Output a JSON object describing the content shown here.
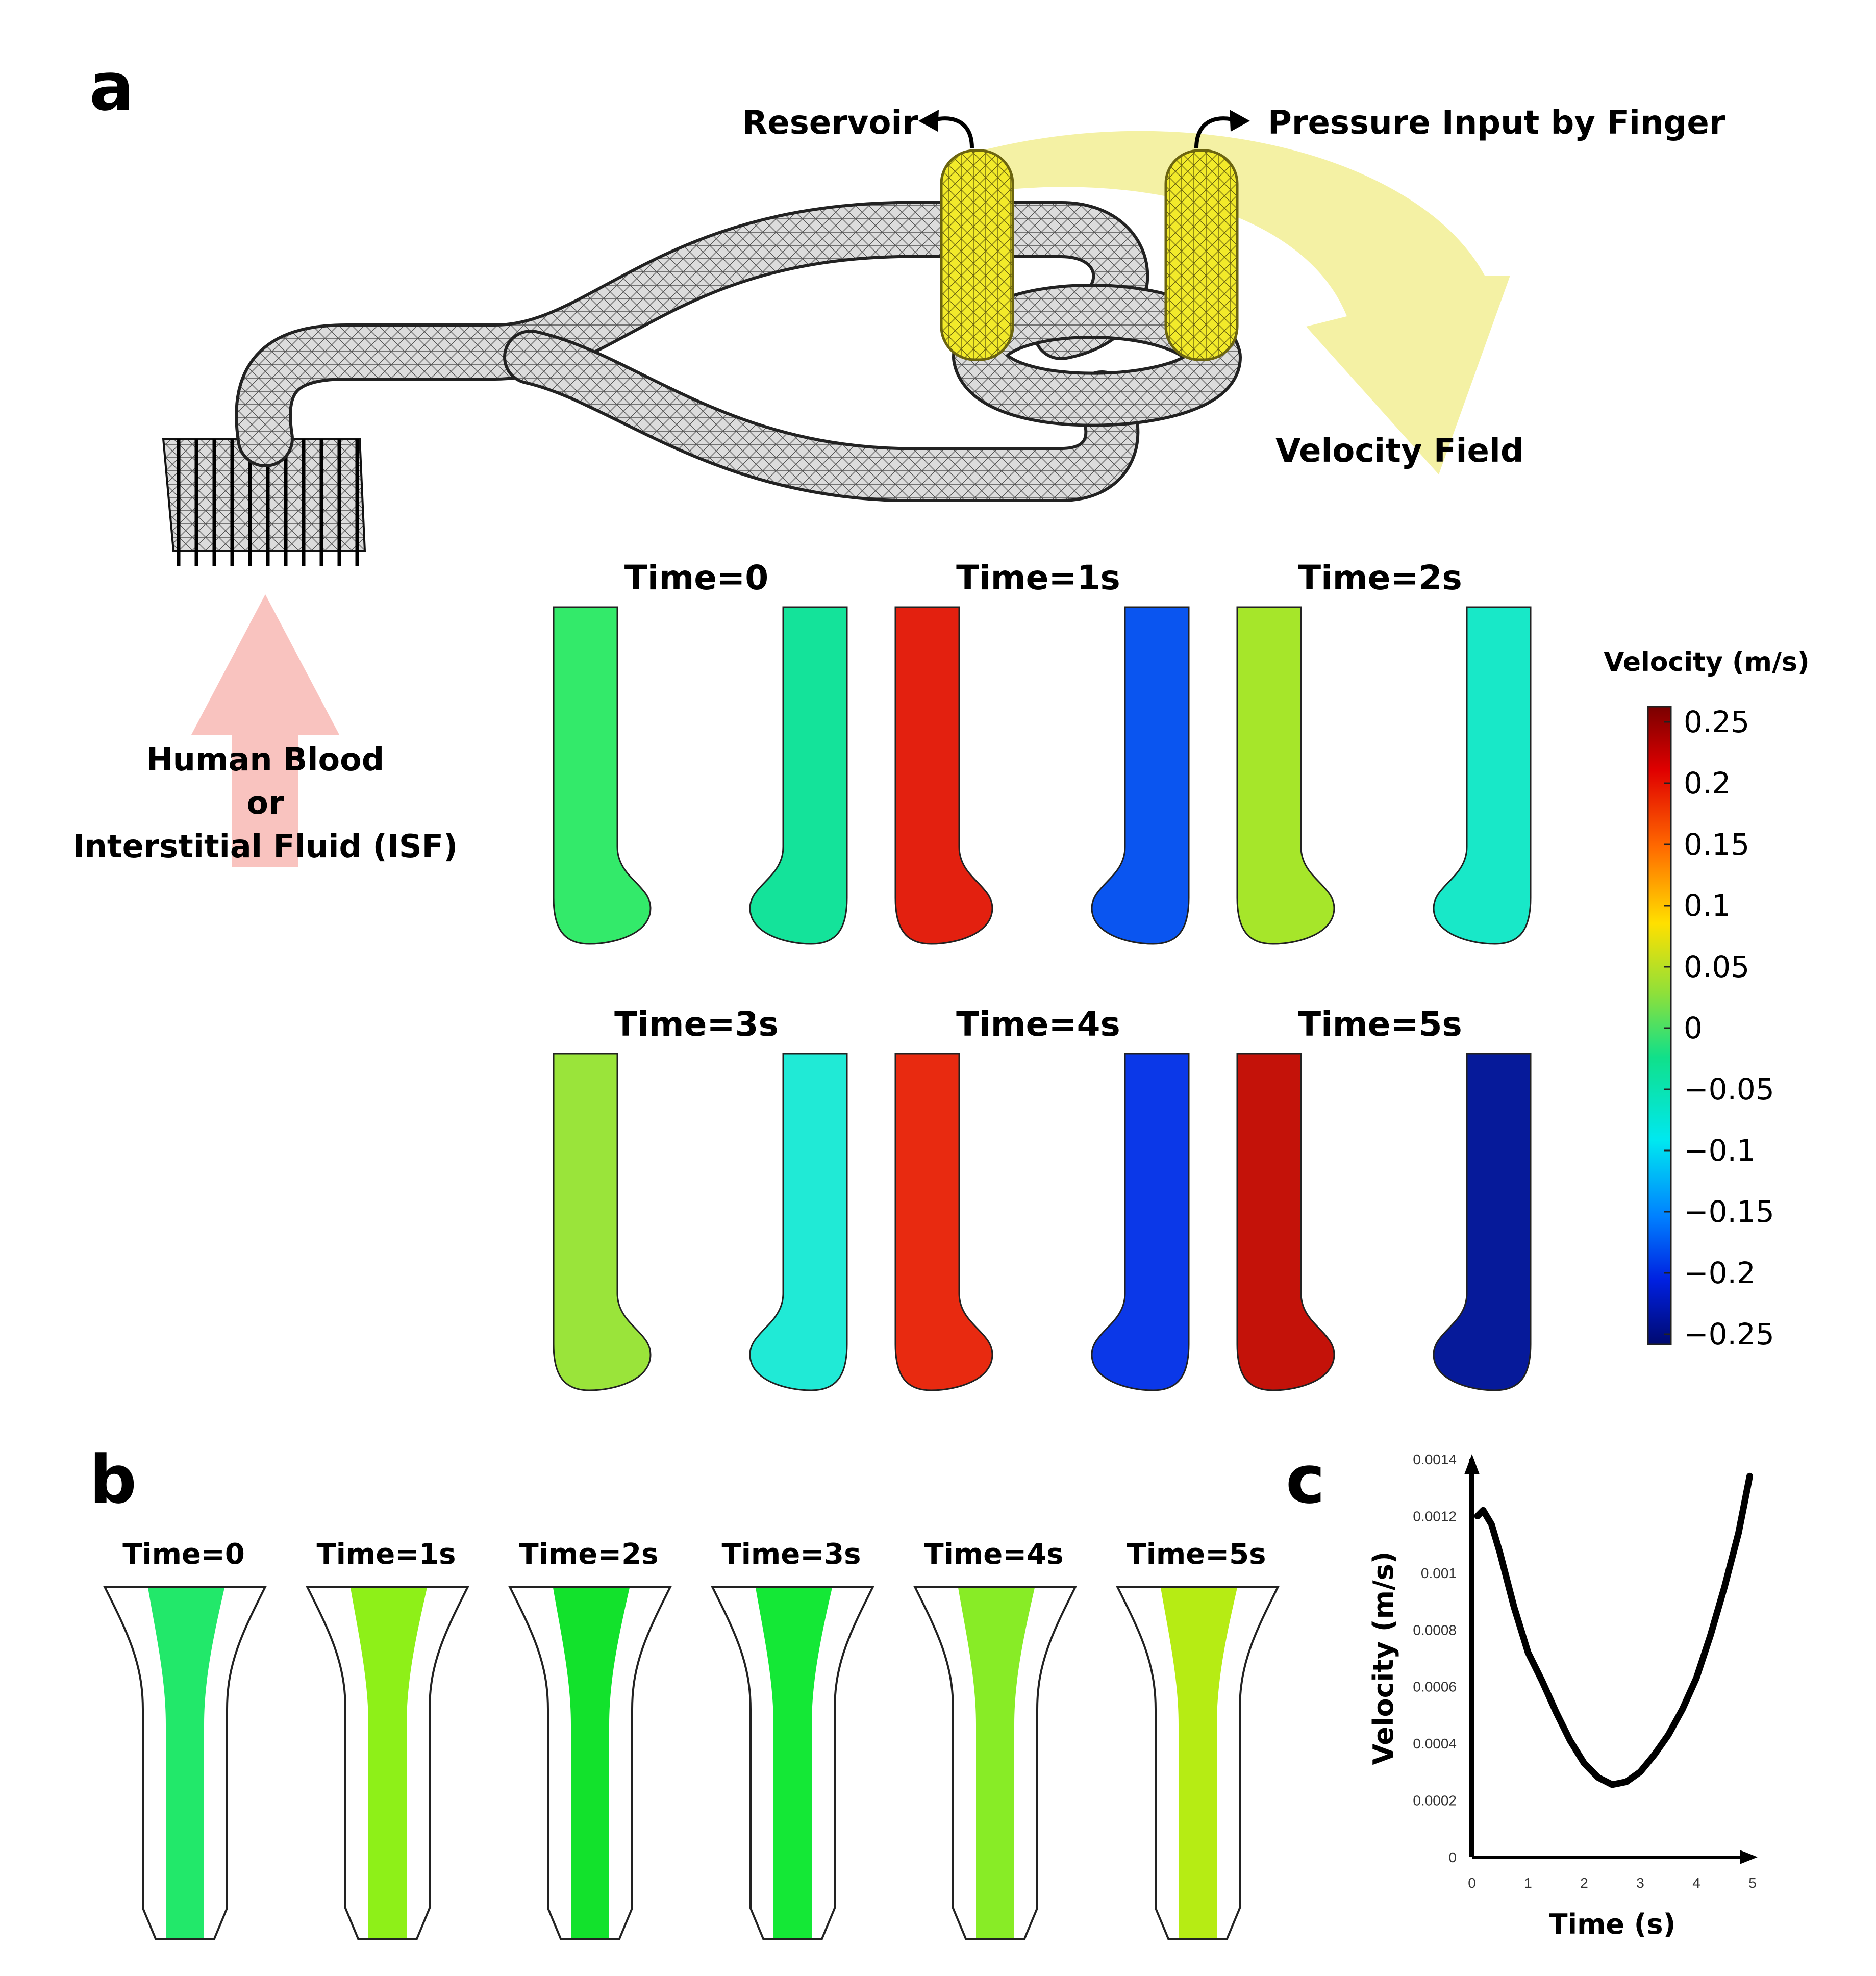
{
  "panel_labels": {
    "a": "a",
    "b": "b",
    "c": "c"
  },
  "device": {
    "reservoir_label": "Reservoir",
    "pressure_label": "Pressure Input by Finger",
    "velocity_field_label": "Velocity Field",
    "fluid_label_lines": [
      "Human Blood",
      "or",
      "Interstitial Fluid (ISF)"
    ],
    "mesh_color": "#d8d8d8",
    "reservoir_color": "#f2ea2a",
    "arrow_yellow": "#f3ef9a",
    "arrow_pink": "#f8b9b4"
  },
  "velocity_field": {
    "frames": [
      {
        "label": "Time=0",
        "left_color": "#33ea6a",
        "right_color": "#14e39a"
      },
      {
        "label": "Time=1s",
        "left_color": "#e3200f",
        "right_color": "#0a55f0"
      },
      {
        "label": "Time=2s",
        "left_color": "#a6e62a",
        "right_color": "#18e8c8"
      },
      {
        "label": "Time=3s",
        "left_color": "#9ae43a",
        "right_color": "#20ead6"
      },
      {
        "label": "Time=4s",
        "left_color": "#e82a10",
        "right_color": "#0b38e8"
      },
      {
        "label": "Time=5s",
        "left_color": "#c41209",
        "right_color": "#061a9a"
      }
    ]
  },
  "colorbar": {
    "title": "Velocity (m/s)",
    "ticks": [
      "0.25",
      "0.2",
      "0.15",
      "0.1",
      "0.05",
      "0",
      "−0.05",
      "−0.1",
      "−0.15",
      "−0.2",
      "−0.25"
    ]
  },
  "needle_frames": [
    {
      "label": "Time=0",
      "color": "#22e86a"
    },
    {
      "label": "Time=1s",
      "color": "#8ef018"
    },
    {
      "label": "Time=2s",
      "color": "#12e22c"
    },
    {
      "label": "Time=3s",
      "color": "#14e836"
    },
    {
      "label": "Time=4s",
      "color": "#88ec26"
    },
    {
      "label": "Time=5s",
      "color": "#b6ec14"
    }
  ],
  "chart_data": {
    "type": "line",
    "xlabel": "Time (s)",
    "ylabel": "Velocity (m/s)",
    "xlim": [
      0,
      5
    ],
    "ylim": [
      0,
      0.0014
    ],
    "xticks": [
      "0",
      "1",
      "2",
      "3",
      "4",
      "5"
    ],
    "yticks": [
      "0",
      "0.0002",
      "0.0004",
      "0.0006",
      "0.0008",
      "0.001",
      "0.0012",
      "0.0014"
    ],
    "series": [
      {
        "color": "#000000",
        "x": [
          0.1,
          0.2,
          0.35,
          0.5,
          0.75,
          1.0,
          1.25,
          1.5,
          1.75,
          2.0,
          2.25,
          2.5,
          2.75,
          3.0,
          3.25,
          3.5,
          3.75,
          4.0,
          4.25,
          4.5,
          4.75,
          4.95
        ],
        "y": [
          0.0012,
          0.00122,
          0.00117,
          0.00107,
          0.00088,
          0.00072,
          0.00062,
          0.00051,
          0.00041,
          0.00033,
          0.00028,
          0.000255,
          0.000265,
          0.0003,
          0.00036,
          0.00043,
          0.00052,
          0.00063,
          0.00078,
          0.00095,
          0.00114,
          0.00134
        ]
      }
    ]
  }
}
